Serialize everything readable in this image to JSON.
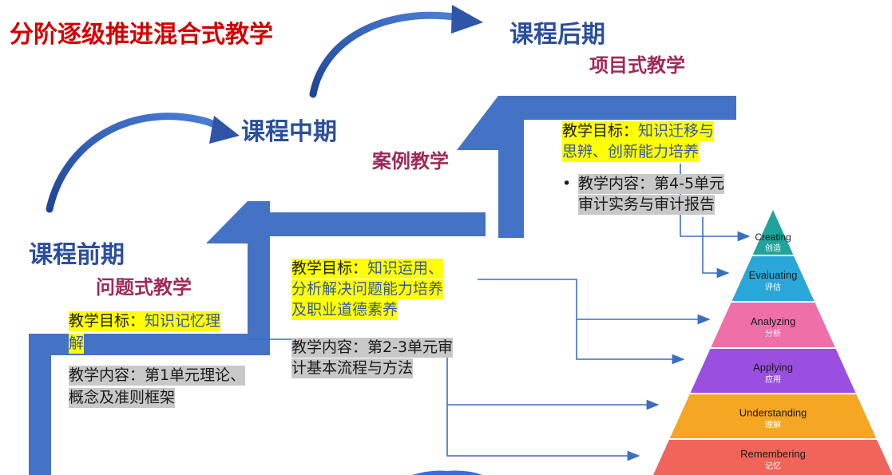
{
  "title": "分阶逐级推进混合式教学",
  "phases": {
    "late": {
      "name": "课程后期",
      "method": "项目式教学",
      "goal_prefix": "教学目标：",
      "goal_line1": "知识迁移与",
      "goal_line2": "思辨、创新能力培养",
      "content_line1": "教学内容：第4-5单元",
      "content_line2": "审计实务与审计报告"
    },
    "mid": {
      "name": "课程中期",
      "method": "案例教学",
      "goal_line1_prefix": "教学目标：",
      "goal_line1": "知识运用、",
      "goal_line2": "分析解决问题能力培养",
      "goal_line3": "及职业道德素养",
      "content_line1": "教学内容：第2-3单元审",
      "content_line2": "计基本流程与方法"
    },
    "early": {
      "name": "课程前期",
      "method": "问题式教学",
      "goal_prefix": "教学目标：",
      "goal_line1": "知识记忆理",
      "goal_line2": "解",
      "content_line1": "教学内容：第1单元理论、",
      "content_line2": "概念及准则框架"
    }
  },
  "pyramid": [
    {
      "en": "Creating",
      "zh": "创造",
      "color": "#1fa39a"
    },
    {
      "en": "Evaluating",
      "zh": "评估",
      "color": "#2aa7d9"
    },
    {
      "en": "Analyzing",
      "zh": "分析",
      "color": "#ef6fa8"
    },
    {
      "en": "Applying",
      "zh": "应用",
      "color": "#9a4fe0"
    },
    {
      "en": "Understanding",
      "zh": "理解",
      "color": "#f5a623"
    },
    {
      "en": "Remembering",
      "zh": "记忆",
      "color": "#f0645a"
    }
  ],
  "colors": {
    "stair": "#4472c4",
    "arrow": "#2e55a8",
    "connector": "#3a6fbf"
  }
}
